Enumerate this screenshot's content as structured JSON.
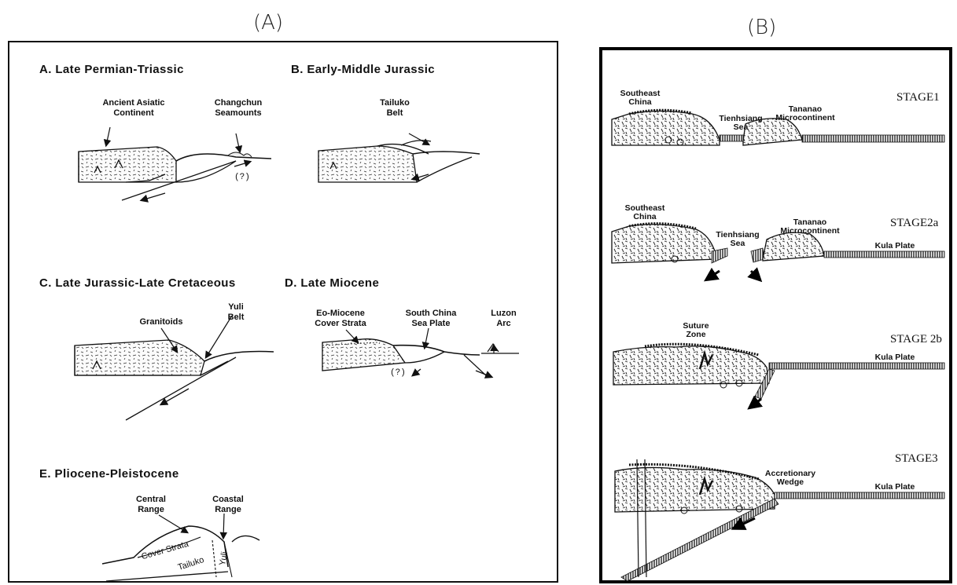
{
  "panel_a": {
    "letter": "(A)",
    "sections": [
      {
        "title": "A. Late  Permian-Triassic",
        "labels": [
          "Ancient  Asiatic\nContinent",
          "Changchun\nSeamounts"
        ],
        "question": "(?)"
      },
      {
        "title": "B. Early-Middle  Jurassic",
        "labels": [
          "Tailuko\nBelt"
        ]
      },
      {
        "title": "C. Late Jurassic-Late Cretaceous",
        "labels": [
          "Granitoids",
          "Yuli\nBelt"
        ]
      },
      {
        "title": "D. Late  Miocene",
        "labels": [
          "Eo-Miocene\nCover Strata",
          "South China\nSea Plate",
          "Luzon\nArc"
        ],
        "question": "(?)"
      },
      {
        "title": "E. Pliocene-Pleistocene",
        "labels": [
          "Central\nRange",
          "Coastal\nRange"
        ],
        "inline_labels": [
          "Cover Strata",
          "Tailuko",
          "Yuli"
        ]
      }
    ]
  },
  "panel_b": {
    "letter": "(B)",
    "stages": [
      {
        "label": "STAGE1",
        "labels": [
          "Southeast\nChina",
          "Tienhsiang\nSea",
          "Tananao\nMicrocontinent"
        ]
      },
      {
        "label": "STAGE2a",
        "labels": [
          "Southeast\nChina",
          "Tienhsiang\nSea",
          "Tananao\nMicrocontinent",
          "Kula Plate"
        ]
      },
      {
        "label": "STAGE 2b",
        "labels": [
          "Suture\nZone",
          "Kula Plate"
        ]
      },
      {
        "label": "STAGE3",
        "labels": [
          "Accretionary\nWedge",
          "Kula Plate"
        ]
      }
    ]
  }
}
